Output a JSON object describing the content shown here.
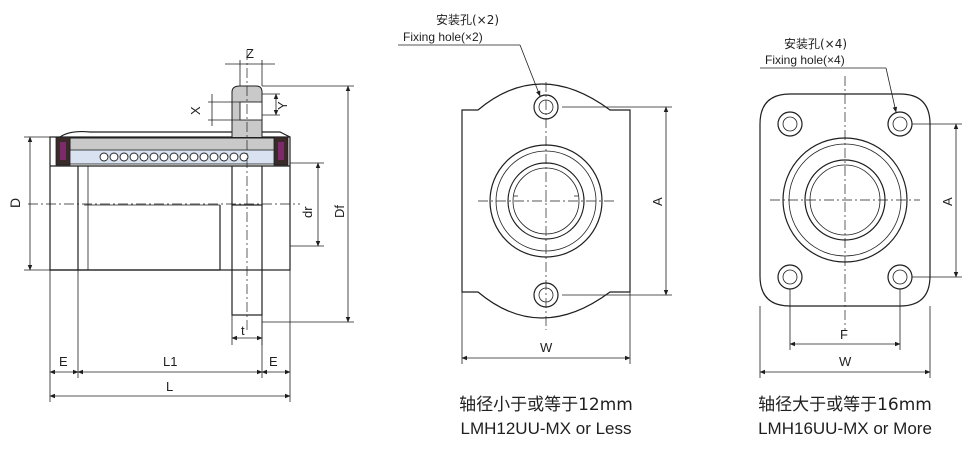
{
  "side_view": {
    "dims": {
      "Z": "Z",
      "X": "X",
      "Y": "Y",
      "D": "D",
      "dr": "dr",
      "Df": "Df",
      "t": "t",
      "E_left": "E",
      "L1": "L1",
      "E_right": "E",
      "L": "L"
    }
  },
  "left_flange": {
    "hole_label_cn": "安装孔(×2)",
    "hole_label_en": "Fixing hole(×2)",
    "dim_A": "A",
    "dim_W": "W",
    "caption_cn": "轴径小于或等于12mm",
    "caption_en": "LMH12UU-MX or Less"
  },
  "right_flange": {
    "hole_label_cn": "安装孔(×4)",
    "hole_label_en": "Fixing hole(×4)",
    "dim_A": "A",
    "dim_F": "F",
    "dim_W": "W",
    "caption_cn": "轴径大于或等于16mm",
    "caption_en": "LMH16UU-MX or More"
  }
}
